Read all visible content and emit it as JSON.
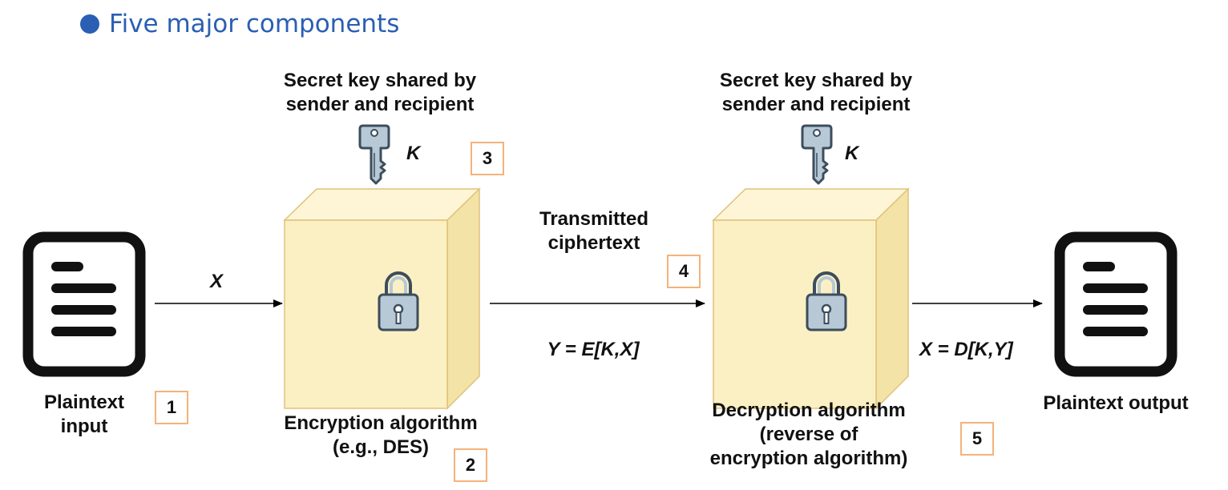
{
  "heading": {
    "text": "Five major components",
    "bullet_color": "#2a5fb3"
  },
  "key_labels": {
    "left_line1": "Secret key shared by",
    "left_line2": "sender and recipient",
    "right_line1": "Secret key shared by",
    "right_line2": "sender and recipient",
    "left_symbol": "K",
    "right_symbol": "K"
  },
  "plaintext_input": {
    "line1": "Plaintext",
    "line2": "input"
  },
  "plaintext_output": {
    "label": "Plaintext output"
  },
  "encryption": {
    "line1": "Encryption algorithm",
    "line2": "(e.g., DES)"
  },
  "decryption": {
    "line1": "Decryption algorithm",
    "line2": "(reverse of",
    "line3": "encryption algorithm)"
  },
  "ciphertext": {
    "line1": "Transmitted",
    "line2": "ciphertext"
  },
  "arrows": {
    "x_label": "X",
    "y_formula": "Y = E[K,X]",
    "x_formula": "X = D[K,Y]"
  },
  "numbers": {
    "n1": "1",
    "n2": "2",
    "n3": "3",
    "n4": "4",
    "n5": "5"
  },
  "colors": {
    "box_front": "#fbf0c3",
    "box_top": "#fdf5d6",
    "box_side": "#f4e3a6",
    "box_edge": "#e0c27a",
    "number_border": "#f5b27a",
    "icon_fill": "#b7c9d6",
    "icon_stroke": "#3d4d5c"
  }
}
